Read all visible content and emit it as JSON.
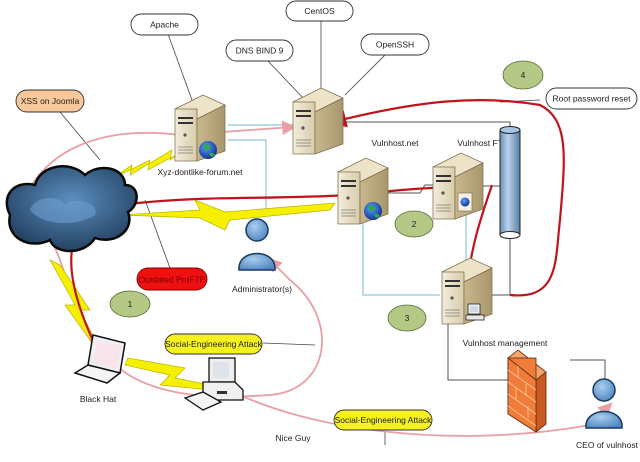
{
  "diagram": {
    "title": "Vulnhost attack path",
    "nodes": {
      "apache_server": {
        "label": "Xyz-dontlike-forum.net"
      },
      "centos_server": {
        "label": ""
      },
      "vulnhost_net": {
        "label": "Vulnhost.net"
      },
      "vulnhost_ftp": {
        "label": "Vulnhost FTP"
      },
      "vulnhost_mgmt": {
        "label": "Vulnhost management"
      },
      "administrator": {
        "label": "Administrator(s)"
      },
      "black_hat": {
        "label": "Black Hat"
      },
      "nice_guy": {
        "label": "Nice Guy"
      },
      "ceo": {
        "label": "CEO of vulnhost"
      }
    },
    "callouts": {
      "apache": "Apache",
      "centos": "CentOS",
      "dns_bind": "DNS BIND 9",
      "openssh": "OpenSSH",
      "xss_joomla": "XSS on Joomla",
      "outdated_ftp": "Outdated ProFTP",
      "root_reset": "Root password reset",
      "social_eng_1": "Social-Engineering Attack",
      "social_eng_2": "Social-Engineering Attack"
    },
    "steps": [
      "1",
      "2",
      "3",
      "4"
    ],
    "colors": {
      "attack_path": "#c0141c",
      "social_path": "#e8a0a6",
      "network_link": "#8fc4d6",
      "lightning": "#f6f000",
      "step_fill": "#b5c986",
      "callout_orange": "#f8c89a",
      "callout_red": "#ee1111",
      "callout_yellow": "#f5f020",
      "firewall": "#f07c3a"
    }
  }
}
